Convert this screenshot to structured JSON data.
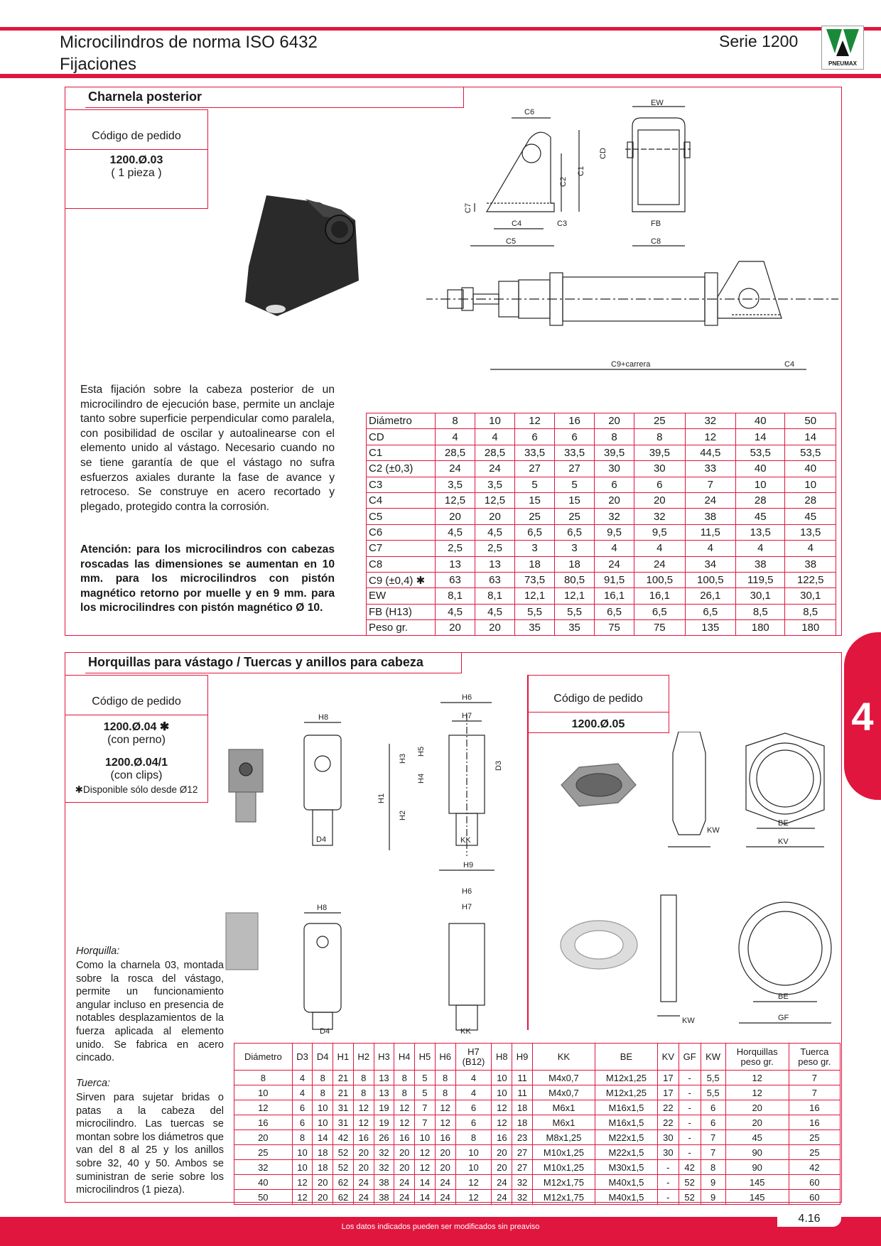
{
  "header": {
    "title_line1": "Microcilindros de norma ISO 6432",
    "title_line2": "Fijaciones",
    "series": "Serie 1200",
    "brand": "PNEUMAX"
  },
  "section1": {
    "title": "Charnela posterior",
    "order_label": "Código de pedido",
    "order_code": "1200.Ø.03",
    "order_note": "( 1 pieza )",
    "description": "Esta fijación sobre la cabeza posterior de un microcilindro de ejecución base, permite un anclaje tanto sobre superficie perpendicular como paralela, con posibilidad de oscilar y autoalinearse con el elemento unido al vástago. Necesario cuando no se tiene garantía de que el vástago no sufra esfuerzos axiales durante la fase de avance y retroceso. Se construye en acero recortado y plegado, protegido contra la corrosión.",
    "warning": "Atención: para los microcilindros con cabezas roscadas las dimensiones se aumentan en 10 mm. para los microcilindros con pistón magnético retorno por muelle y en 9 mm. para los microcilindres con pistón magnético Ø 10.",
    "drawing_labels": {
      "c6": "C6",
      "ew": "EW",
      "cd": "CD",
      "c2": "C2",
      "c1": "C1",
      "c7": "C7",
      "c4": "C4",
      "c3": "C3",
      "c5": "C5",
      "fb": "FB",
      "c8": "C8",
      "c9": "C9+carrera",
      "c4b": "C4"
    },
    "table": [
      [
        "Diámetro",
        "8",
        "10",
        "12",
        "16",
        "20",
        "25",
        "32",
        "40",
        "50"
      ],
      [
        "CD",
        "4",
        "4",
        "6",
        "6",
        "8",
        "8",
        "12",
        "14",
        "14"
      ],
      [
        "C1",
        "28,5",
        "28,5",
        "33,5",
        "33,5",
        "39,5",
        "39,5",
        "44,5",
        "53,5",
        "53,5"
      ],
      [
        "C2 (±0,3)",
        "24",
        "24",
        "27",
        "27",
        "30",
        "30",
        "33",
        "40",
        "40"
      ],
      [
        "C3",
        "3,5",
        "3,5",
        "5",
        "5",
        "6",
        "6",
        "7",
        "10",
        "10"
      ],
      [
        "C4",
        "12,5",
        "12,5",
        "15",
        "15",
        "20",
        "20",
        "24",
        "28",
        "28"
      ],
      [
        "C5",
        "20",
        "20",
        "25",
        "25",
        "32",
        "32",
        "38",
        "45",
        "45"
      ],
      [
        "C6",
        "4,5",
        "4,5",
        "6,5",
        "6,5",
        "9,5",
        "9,5",
        "11,5",
        "13,5",
        "13,5"
      ],
      [
        "C7",
        "2,5",
        "2,5",
        "3",
        "3",
        "4",
        "4",
        "4",
        "4",
        "4"
      ],
      [
        "C8",
        "13",
        "13",
        "18",
        "18",
        "24",
        "24",
        "34",
        "38",
        "38"
      ],
      [
        "C9 (±0,4) ✱",
        "63",
        "63",
        "73,5",
        "80,5",
        "91,5",
        "100,5",
        "100,5",
        "119,5",
        "122,5"
      ],
      [
        "EW",
        "8,1",
        "8,1",
        "12,1",
        "12,1",
        "16,1",
        "16,1",
        "26,1",
        "30,1",
        "30,1"
      ],
      [
        "FB (H13)",
        "4,5",
        "4,5",
        "5,5",
        "5,5",
        "6,5",
        "6,5",
        "6,5",
        "8,5",
        "8,5"
      ],
      [
        "Peso gr.",
        "20",
        "20",
        "35",
        "35",
        "75",
        "75",
        "135",
        "180",
        "180"
      ]
    ]
  },
  "section2": {
    "title": "Horquillas para vástago / Tuercas y anillos para cabeza",
    "order_label": "Código de pedido",
    "code1": "1200.Ø.04 ✱",
    "code1_note": "(con perno)",
    "code2": "1200.Ø.04/1",
    "code2_note": "(con clips)",
    "availability": "✱Disponible sólo desde Ø12",
    "order_label2": "Código de pedido",
    "code3": "1200.Ø.05",
    "horquilla_title": "Horquilla:",
    "horquilla_text": "Como la charnela 03, montada sobre la rosca del vástago, permite un funcionamiento angular incluso en presencia de notables desplazamientos de la fuerza aplicada al elemento unido. Se fabrica en acero cincado.",
    "tuerca_title": "Tuerca:",
    "tuerca_text": "Sirven para sujetar bridas o patas a la cabeza del microcilindro. Las tuercas se montan sobre los diámetros que van del 8 al 25 y los anillos sobre 32, 40 y 50. Ambos se suministran de serie sobre los microcilindros (1 pieza).",
    "drawing_labels": {
      "h6": "H6",
      "h7": "H7",
      "h8": "H8",
      "h9": "H9",
      "h1": "H1",
      "h2": "H2",
      "h3": "H3",
      "h4": "H4",
      "h5": "H5",
      "d3": "D3",
      "d4": "D4",
      "kk": "KK",
      "kw": "KW",
      "be": "BE",
      "kv": "KV",
      "gf": "GF"
    },
    "table_header": [
      "Diámetro",
      "D3",
      "D4",
      "H1",
      "H2",
      "H3",
      "H4",
      "H5",
      "H6",
      "H7\n(B12)",
      "H8",
      "H9",
      "KK",
      "BE",
      "KV",
      "GF",
      "KW",
      "Horquillas\npeso gr.",
      "Tuerca\npeso gr."
    ],
    "table": [
      [
        "8",
        "4",
        "8",
        "21",
        "8",
        "13",
        "8",
        "5",
        "8",
        "4",
        "10",
        "11",
        "M4x0,7",
        "M12x1,25",
        "17",
        "-",
        "5,5",
        "12",
        "7"
      ],
      [
        "10",
        "4",
        "8",
        "21",
        "8",
        "13",
        "8",
        "5",
        "8",
        "4",
        "10",
        "11",
        "M4x0,7",
        "M12x1,25",
        "17",
        "-",
        "5,5",
        "12",
        "7"
      ],
      [
        "12",
        "6",
        "10",
        "31",
        "12",
        "19",
        "12",
        "7",
        "12",
        "6",
        "12",
        "18",
        "M6x1",
        "M16x1,5",
        "22",
        "-",
        "6",
        "20",
        "16"
      ],
      [
        "16",
        "6",
        "10",
        "31",
        "12",
        "19",
        "12",
        "7",
        "12",
        "6",
        "12",
        "18",
        "M6x1",
        "M16x1,5",
        "22",
        "-",
        "6",
        "20",
        "16"
      ],
      [
        "20",
        "8",
        "14",
        "42",
        "16",
        "26",
        "16",
        "10",
        "16",
        "8",
        "16",
        "23",
        "M8x1,25",
        "M22x1,5",
        "30",
        "-",
        "7",
        "45",
        "25"
      ],
      [
        "25",
        "10",
        "18",
        "52",
        "20",
        "32",
        "20",
        "12",
        "20",
        "10",
        "20",
        "27",
        "M10x1,25",
        "M22x1,5",
        "30",
        "-",
        "7",
        "90",
        "25"
      ],
      [
        "32",
        "10",
        "18",
        "52",
        "20",
        "32",
        "20",
        "12",
        "20",
        "10",
        "20",
        "27",
        "M10x1,25",
        "M30x1,5",
        "-",
        "42",
        "8",
        "90",
        "42"
      ],
      [
        "40",
        "12",
        "20",
        "62",
        "24",
        "38",
        "24",
        "14",
        "24",
        "12",
        "24",
        "32",
        "M12x1,75",
        "M40x1,5",
        "-",
        "52",
        "9",
        "145",
        "60"
      ],
      [
        "50",
        "12",
        "20",
        "62",
        "24",
        "38",
        "24",
        "14",
        "24",
        "12",
        "24",
        "32",
        "M12x1,75",
        "M40x1,5",
        "-",
        "52",
        "9",
        "145",
        "60"
      ]
    ]
  },
  "side_tab": "4",
  "footer": {
    "note": "Los datos indicados pueden ser modificados sin preaviso",
    "page": "4.16"
  },
  "colors": {
    "accent": "#e0163e",
    "brand_green": "#1a8a3a"
  }
}
